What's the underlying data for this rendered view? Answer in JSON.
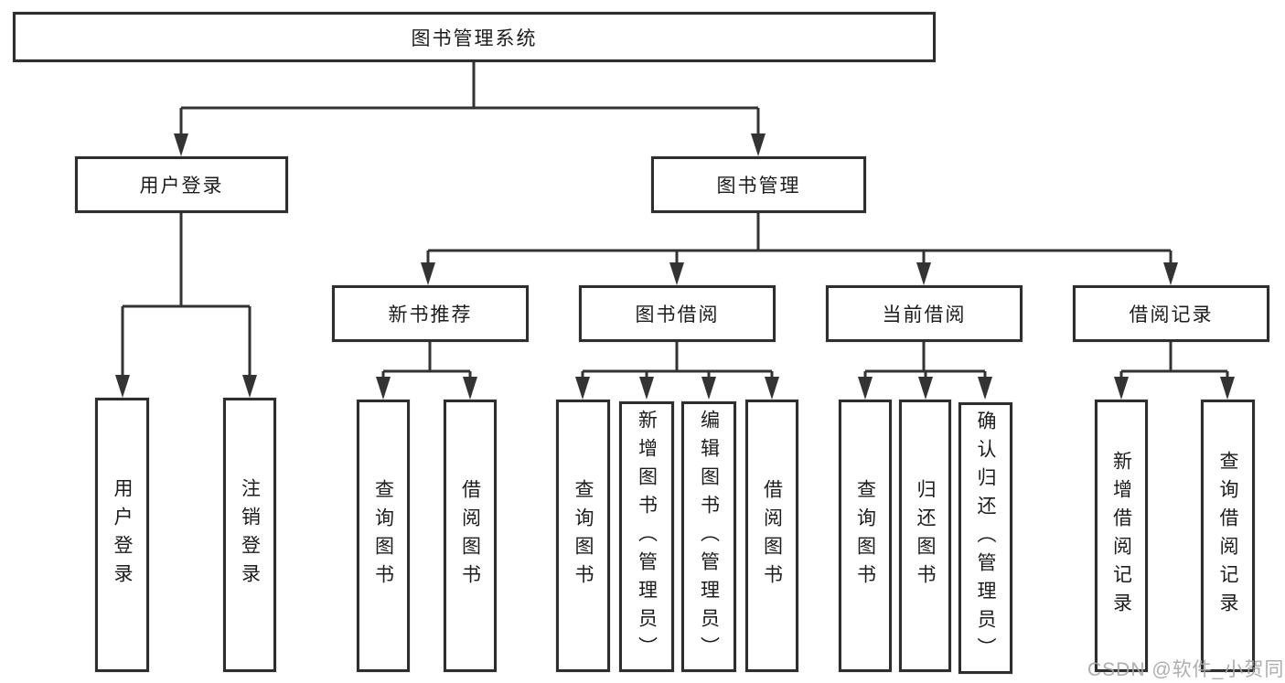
{
  "colors": {
    "line": "#333333",
    "box_border": "#2e2e2e",
    "text": "#1c1c1c",
    "background": "#ffffff",
    "watermark": "#a5a5a5"
  },
  "tree": {
    "root": {
      "label": "图书管理系统"
    },
    "children": [
      {
        "label": "用户登录",
        "children": [
          {
            "label": "用户登录"
          },
          {
            "label": "注销登录"
          }
        ]
      },
      {
        "label": "图书管理",
        "children": [
          {
            "label": "新书推荐",
            "children": [
              {
                "label": "查询图书"
              },
              {
                "label": "借阅图书"
              }
            ]
          },
          {
            "label": "图书借阅",
            "children": [
              {
                "label": "查询图书"
              },
              {
                "label": "新增图书（管理员）"
              },
              {
                "label": "编辑图书（管理员）"
              },
              {
                "label": "借阅图书"
              }
            ]
          },
          {
            "label": "当前借阅",
            "children": [
              {
                "label": "查询图书"
              },
              {
                "label": "归还图书"
              },
              {
                "label": "确认归还（管理员）"
              }
            ]
          },
          {
            "label": "借阅记录",
            "children": [
              {
                "label": "新增借阅记录"
              },
              {
                "label": "查询借阅记录"
              }
            ]
          }
        ]
      }
    ]
  },
  "watermark": {
    "text": "CSDN @软件_小贺同学"
  }
}
